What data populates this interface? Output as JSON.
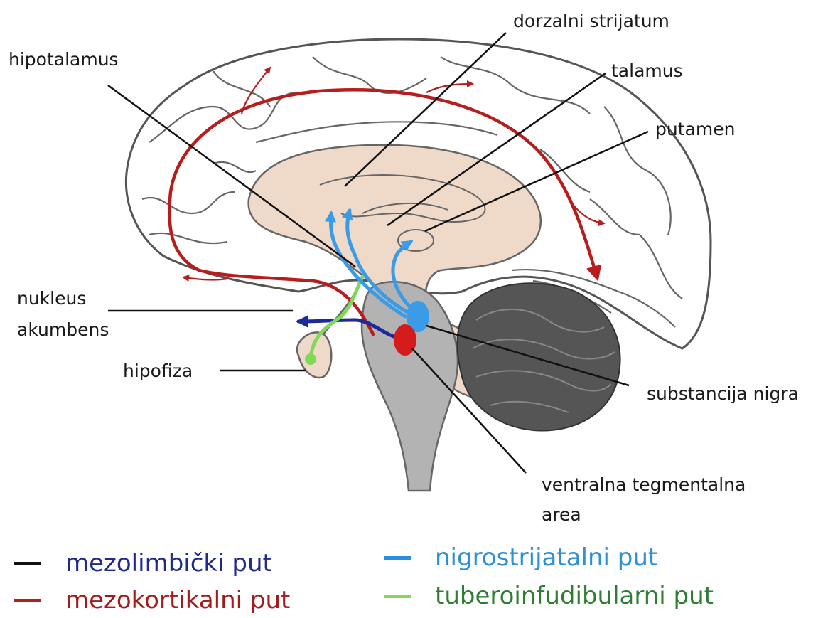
{
  "labels": {
    "hipotalamus": "hipotalamus",
    "dorzalni_strijatum": "dorzalni strijatum",
    "talamus": "talamus",
    "putamen": "putamen",
    "nukleus_line1": "nukleus",
    "nukleus_line2": "akumbens",
    "hipofiza": "hipofiza",
    "substancija_nigra": "substancija nigra",
    "vta_line1": "ventralna tegmentalna",
    "vta_line2": "area"
  },
  "legend": [
    {
      "label": "mezolimbički put",
      "swatch_color": "#111111",
      "text_color": "#1f2a8a"
    },
    {
      "label": "mezokortikalni put",
      "swatch_color": "#b41e1e",
      "text_color": "#a31b1b"
    },
    {
      "label": "nigrostrijatalni put",
      "swatch_color": "#2a8ee0",
      "text_color": "#2d8fd6"
    },
    {
      "label": "tuberoinfudibularni put",
      "swatch_color": "#86d65a",
      "text_color": "#2e7d32"
    }
  ],
  "colors": {
    "mesolimbic": "#1c2a9c",
    "mesocortical": "#b81d1d",
    "nigrostriatal": "#3a9be6",
    "tuberoinfundibular": "#7ed957",
    "deep_structures": "#efd9c9",
    "brainstem": "#b3b3b3",
    "cerebellum": "#555555"
  }
}
